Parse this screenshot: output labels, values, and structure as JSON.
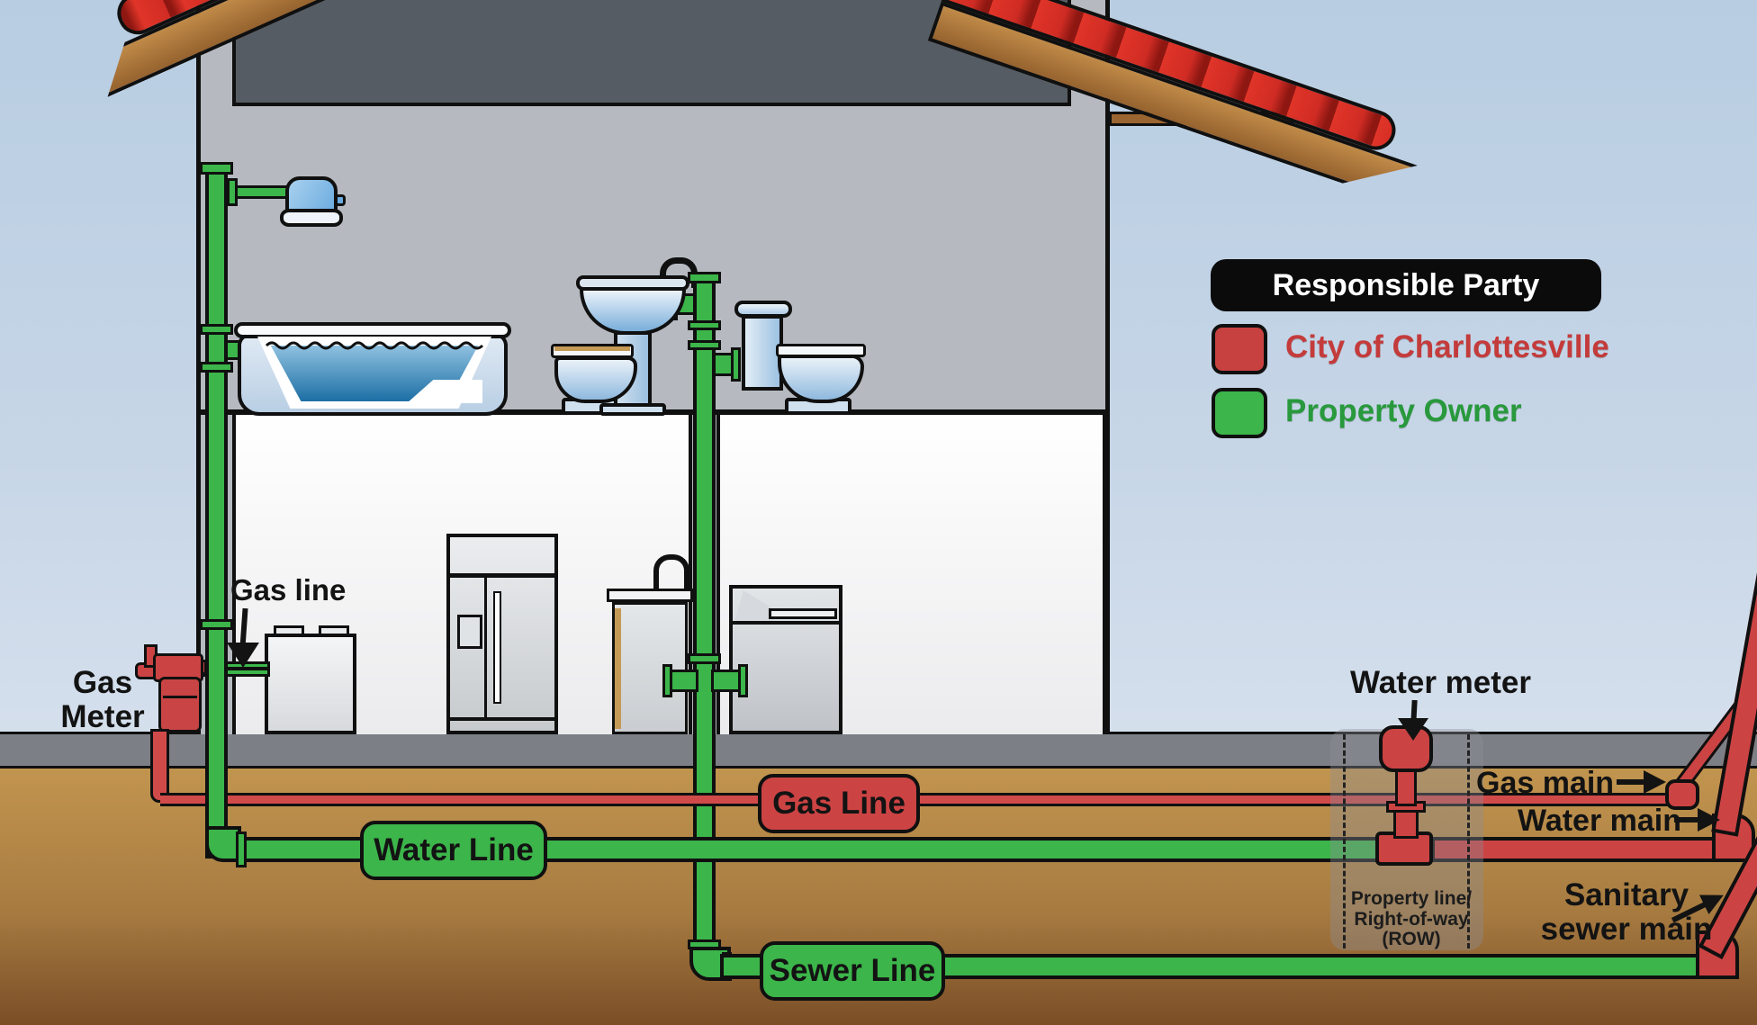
{
  "legend": {
    "title": "Responsible Party",
    "items": [
      {
        "id": "city",
        "label": "City of Charlottesville",
        "swatch_color": "#c84141",
        "text_color": "#c43b3b"
      },
      {
        "id": "owner",
        "label": "Property Owner",
        "swatch_color": "#3cb54a",
        "text_color": "#28993c"
      }
    ]
  },
  "pipe_badges": {
    "gas": "Gas Line",
    "water": "Water Line",
    "sewer": "Sewer Line"
  },
  "callouts": {
    "gas_line": "Gas line",
    "gas_meter_line1": "Gas",
    "gas_meter_line2": "Meter",
    "water_meter": "Water meter",
    "gas_main": "Gas main",
    "water_main": "Water main",
    "sewer_main_line1": "Sanitary",
    "sewer_main_line2": "sewer main",
    "row_line1": "Property line/",
    "row_line2": "Right-of-way (ROW)"
  },
  "colors": {
    "city_red": "#cc4343",
    "owner_green": "#3cb54a",
    "badge_text": "#131313",
    "sky_top": "#b8cde2",
    "sky_bottom": "#d9e2ee",
    "ground_top": "#c2954f",
    "ground_bottom": "#7b4e27",
    "surface_band": "#7c8086",
    "wall_gray": "#b6bac0",
    "attic_gray": "#565c63",
    "roof_red": "#d02c24",
    "roof_wood": "#c08a48"
  }
}
